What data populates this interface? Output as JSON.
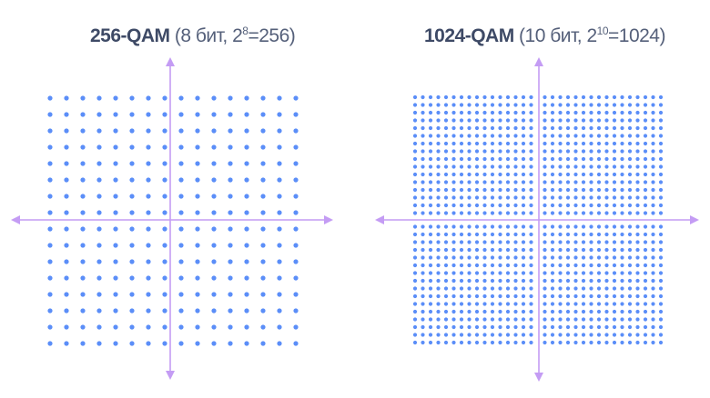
{
  "colors": {
    "dot": "#5b8ef8",
    "axis": "#c49cf4",
    "text": "#3e4a66"
  },
  "diagrams": [
    {
      "name_bold": "256-QAM",
      "paren_open": "(8 бит, 2",
      "exp": "8",
      "paren_close": "=256)",
      "grid": 16
    },
    {
      "name_bold": "1024-QAM",
      "paren_open": "(10 бит, 2",
      "exp": "10",
      "paren_close": "=1024)",
      "grid": 32
    }
  ]
}
